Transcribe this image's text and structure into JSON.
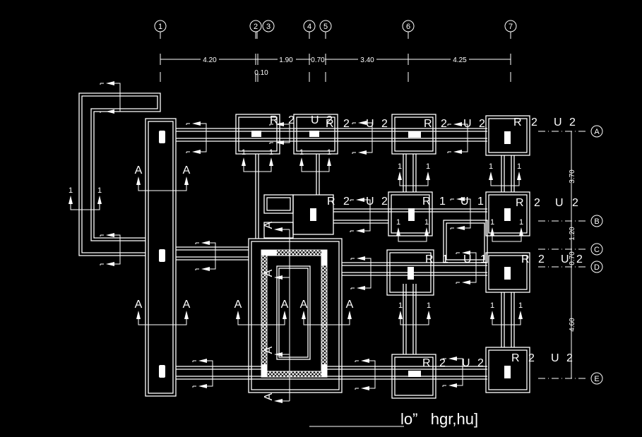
{
  "drawing": {
    "background": "#000000",
    "line_color": "#ffffff",
    "title_text": "lo”   hgr,hu]",
    "grid_x": [
      {
        "id": "1",
        "label": "1"
      },
      {
        "id": "2",
        "label": "2"
      },
      {
        "id": "3",
        "label": "3"
      },
      {
        "id": "4",
        "label": "4"
      },
      {
        "id": "5",
        "label": "5"
      },
      {
        "id": "6",
        "label": "6"
      },
      {
        "id": "7",
        "label": "7"
      }
    ],
    "grid_y": [
      {
        "id": "A",
        "label": "A"
      },
      {
        "id": "B",
        "label": "B"
      },
      {
        "id": "C",
        "label": "C"
      },
      {
        "id": "D",
        "label": "D"
      },
      {
        "id": "E",
        "label": "E"
      }
    ],
    "dims_x": [
      "4.20",
      "0.10",
      "1.90",
      "0.70",
      "3.40",
      "4.25"
    ],
    "dims_y": [
      "3.70",
      "1.20",
      "0.70",
      "4.60"
    ],
    "footing_labels": [
      {
        "r": "R",
        "rv": "2",
        "u": "U",
        "uv": "2"
      },
      {
        "r": "R",
        "rv": "2",
        "u": "U",
        "uv": "2"
      },
      {
        "r": "R",
        "rv": "2",
        "u": "U",
        "uv": "2"
      },
      {
        "r": "R",
        "rv": "2",
        "u": "U",
        "uv": "2"
      },
      {
        "r": "R",
        "rv": "2",
        "u": "U",
        "uv": "2"
      },
      {
        "r": "R",
        "rv": "1",
        "u": "U",
        "uv": "1"
      },
      {
        "r": "R",
        "rv": "2",
        "u": "U",
        "uv": "2"
      },
      {
        "r": "R",
        "rv": "1",
        "u": "U",
        "uv": "1"
      },
      {
        "r": "R",
        "rv": "2",
        "u": "U",
        "uv": "2"
      },
      {
        "r": "R",
        "rv": "2",
        "u": "U",
        "uv": "2"
      },
      {
        "r": "R",
        "rv": "2",
        "u": "U",
        "uv": "2"
      }
    ],
    "section_marks": {
      "a": "A",
      "one": "1"
    }
  }
}
